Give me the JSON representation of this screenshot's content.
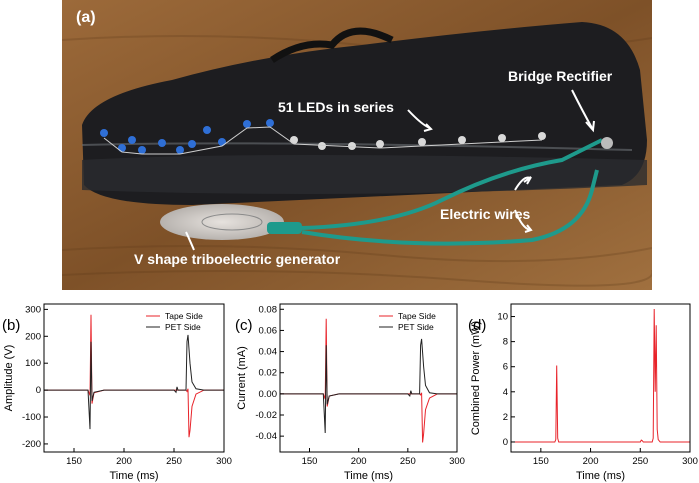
{
  "photo": {
    "panel_label": "(a)",
    "annotations": {
      "leds": "51 LEDs in series",
      "rectifier": "Bridge Rectifier",
      "wires": "Electric wires",
      "generator": "V shape triboelectric generator"
    },
    "colors": {
      "annotation_text": "#ffffff",
      "shoe": "#1c1c1e",
      "wood": "#8a5a2e",
      "wire": "#1e9a8c",
      "led": "#2f6fd6"
    }
  },
  "chart_data": [
    {
      "type": "line",
      "panel_label": "(b)",
      "xlabel": "Time (ms)",
      "ylabel": "Amplitude (V)",
      "xlim": [
        120,
        300
      ],
      "ylim": [
        -230,
        320
      ],
      "xticks": [
        150,
        200,
        250,
        300
      ],
      "yticks": [
        -200,
        -100,
        0,
        100,
        200,
        300
      ],
      "ytick_labels": [
        "-200",
        "-100",
        "0",
        "100",
        "200",
        "300"
      ],
      "legend": "top-right",
      "series": [
        {
          "name": "Tape Side",
          "color": "#e8232a",
          "x": [
            120,
            160,
            164,
            166,
            167,
            168,
            170,
            180,
            250,
            254,
            258,
            262,
            263,
            264,
            265,
            266,
            268,
            272,
            280,
            300
          ],
          "y": [
            0,
            0,
            0,
            -20,
            280,
            -50,
            -10,
            0,
            0,
            0,
            0,
            0,
            -5,
            5,
            -175,
            -150,
            -60,
            -15,
            0,
            0
          ]
        },
        {
          "name": "PET Side",
          "color": "#222222",
          "x": [
            120,
            160,
            164,
            166,
            167,
            168,
            170,
            180,
            250,
            252,
            253,
            254,
            260,
            262,
            263,
            264,
            266,
            268,
            272,
            280,
            300
          ],
          "y": [
            0,
            0,
            0,
            -145,
            180,
            -40,
            -8,
            0,
            0,
            -8,
            12,
            0,
            0,
            0,
            180,
            205,
            100,
            30,
            5,
            0,
            0
          ]
        }
      ]
    },
    {
      "type": "line",
      "panel_label": "(c)",
      "xlabel": "Time (ms)",
      "ylabel": "Current (mA)",
      "xlim": [
        120,
        300
      ],
      "ylim": [
        -0.055,
        0.085
      ],
      "xticks": [
        150,
        200,
        250,
        300
      ],
      "yticks": [
        -0.04,
        -0.02,
        0.0,
        0.02,
        0.04,
        0.06,
        0.08
      ],
      "ytick_labels": [
        "-0.04",
        "-0.02",
        "0.00",
        "0.02",
        "0.04",
        "0.06",
        "0.08"
      ],
      "legend": "top-right",
      "series": [
        {
          "name": "Tape Side",
          "color": "#e8232a",
          "x": [
            120,
            160,
            164,
            166,
            167,
            168,
            170,
            180,
            250,
            254,
            258,
            262,
            263,
            264,
            265,
            266,
            268,
            272,
            280,
            300
          ],
          "y": [
            0,
            0,
            0,
            -0.005,
            0.071,
            -0.012,
            -0.002,
            0,
            0,
            0,
            0,
            0,
            -0.001,
            0.001,
            -0.046,
            -0.038,
            -0.015,
            -0.004,
            0,
            0
          ]
        },
        {
          "name": "PET Side",
          "color": "#222222",
          "x": [
            120,
            160,
            164,
            166,
            167,
            168,
            170,
            180,
            250,
            252,
            253,
            254,
            260,
            262,
            263,
            264,
            266,
            268,
            272,
            280,
            300
          ],
          "y": [
            0,
            0,
            0,
            -0.037,
            0.046,
            -0.01,
            -0.002,
            0,
            0,
            -0.002,
            0.003,
            0,
            0,
            0,
            0.046,
            0.052,
            0.026,
            0.008,
            0.001,
            0,
            0
          ]
        }
      ]
    },
    {
      "type": "line",
      "panel_label": "(d)",
      "xlabel": "Time (ms)",
      "ylabel": "Combined Power (mW)",
      "xlim": [
        120,
        300
      ],
      "ylim": [
        -0.8,
        11
      ],
      "xticks": [
        150,
        200,
        250,
        300
      ],
      "yticks": [
        0,
        2,
        4,
        6,
        8,
        10
      ],
      "ytick_labels": [
        "0",
        "2",
        "4",
        "6",
        "8",
        "10"
      ],
      "series": [
        {
          "color": "#e8232a",
          "x": [
            120,
            164,
            165,
            166,
            167,
            168,
            170,
            250,
            251,
            252,
            253,
            262,
            263,
            264,
            265,
            266,
            267,
            268,
            270,
            300
          ],
          "y": [
            0,
            0,
            0.2,
            6.1,
            0.3,
            0,
            0,
            0,
            0.15,
            0.1,
            0,
            0,
            0.3,
            10.6,
            4.0,
            9.3,
            1.0,
            0.2,
            0,
            0
          ]
        }
      ]
    }
  ]
}
